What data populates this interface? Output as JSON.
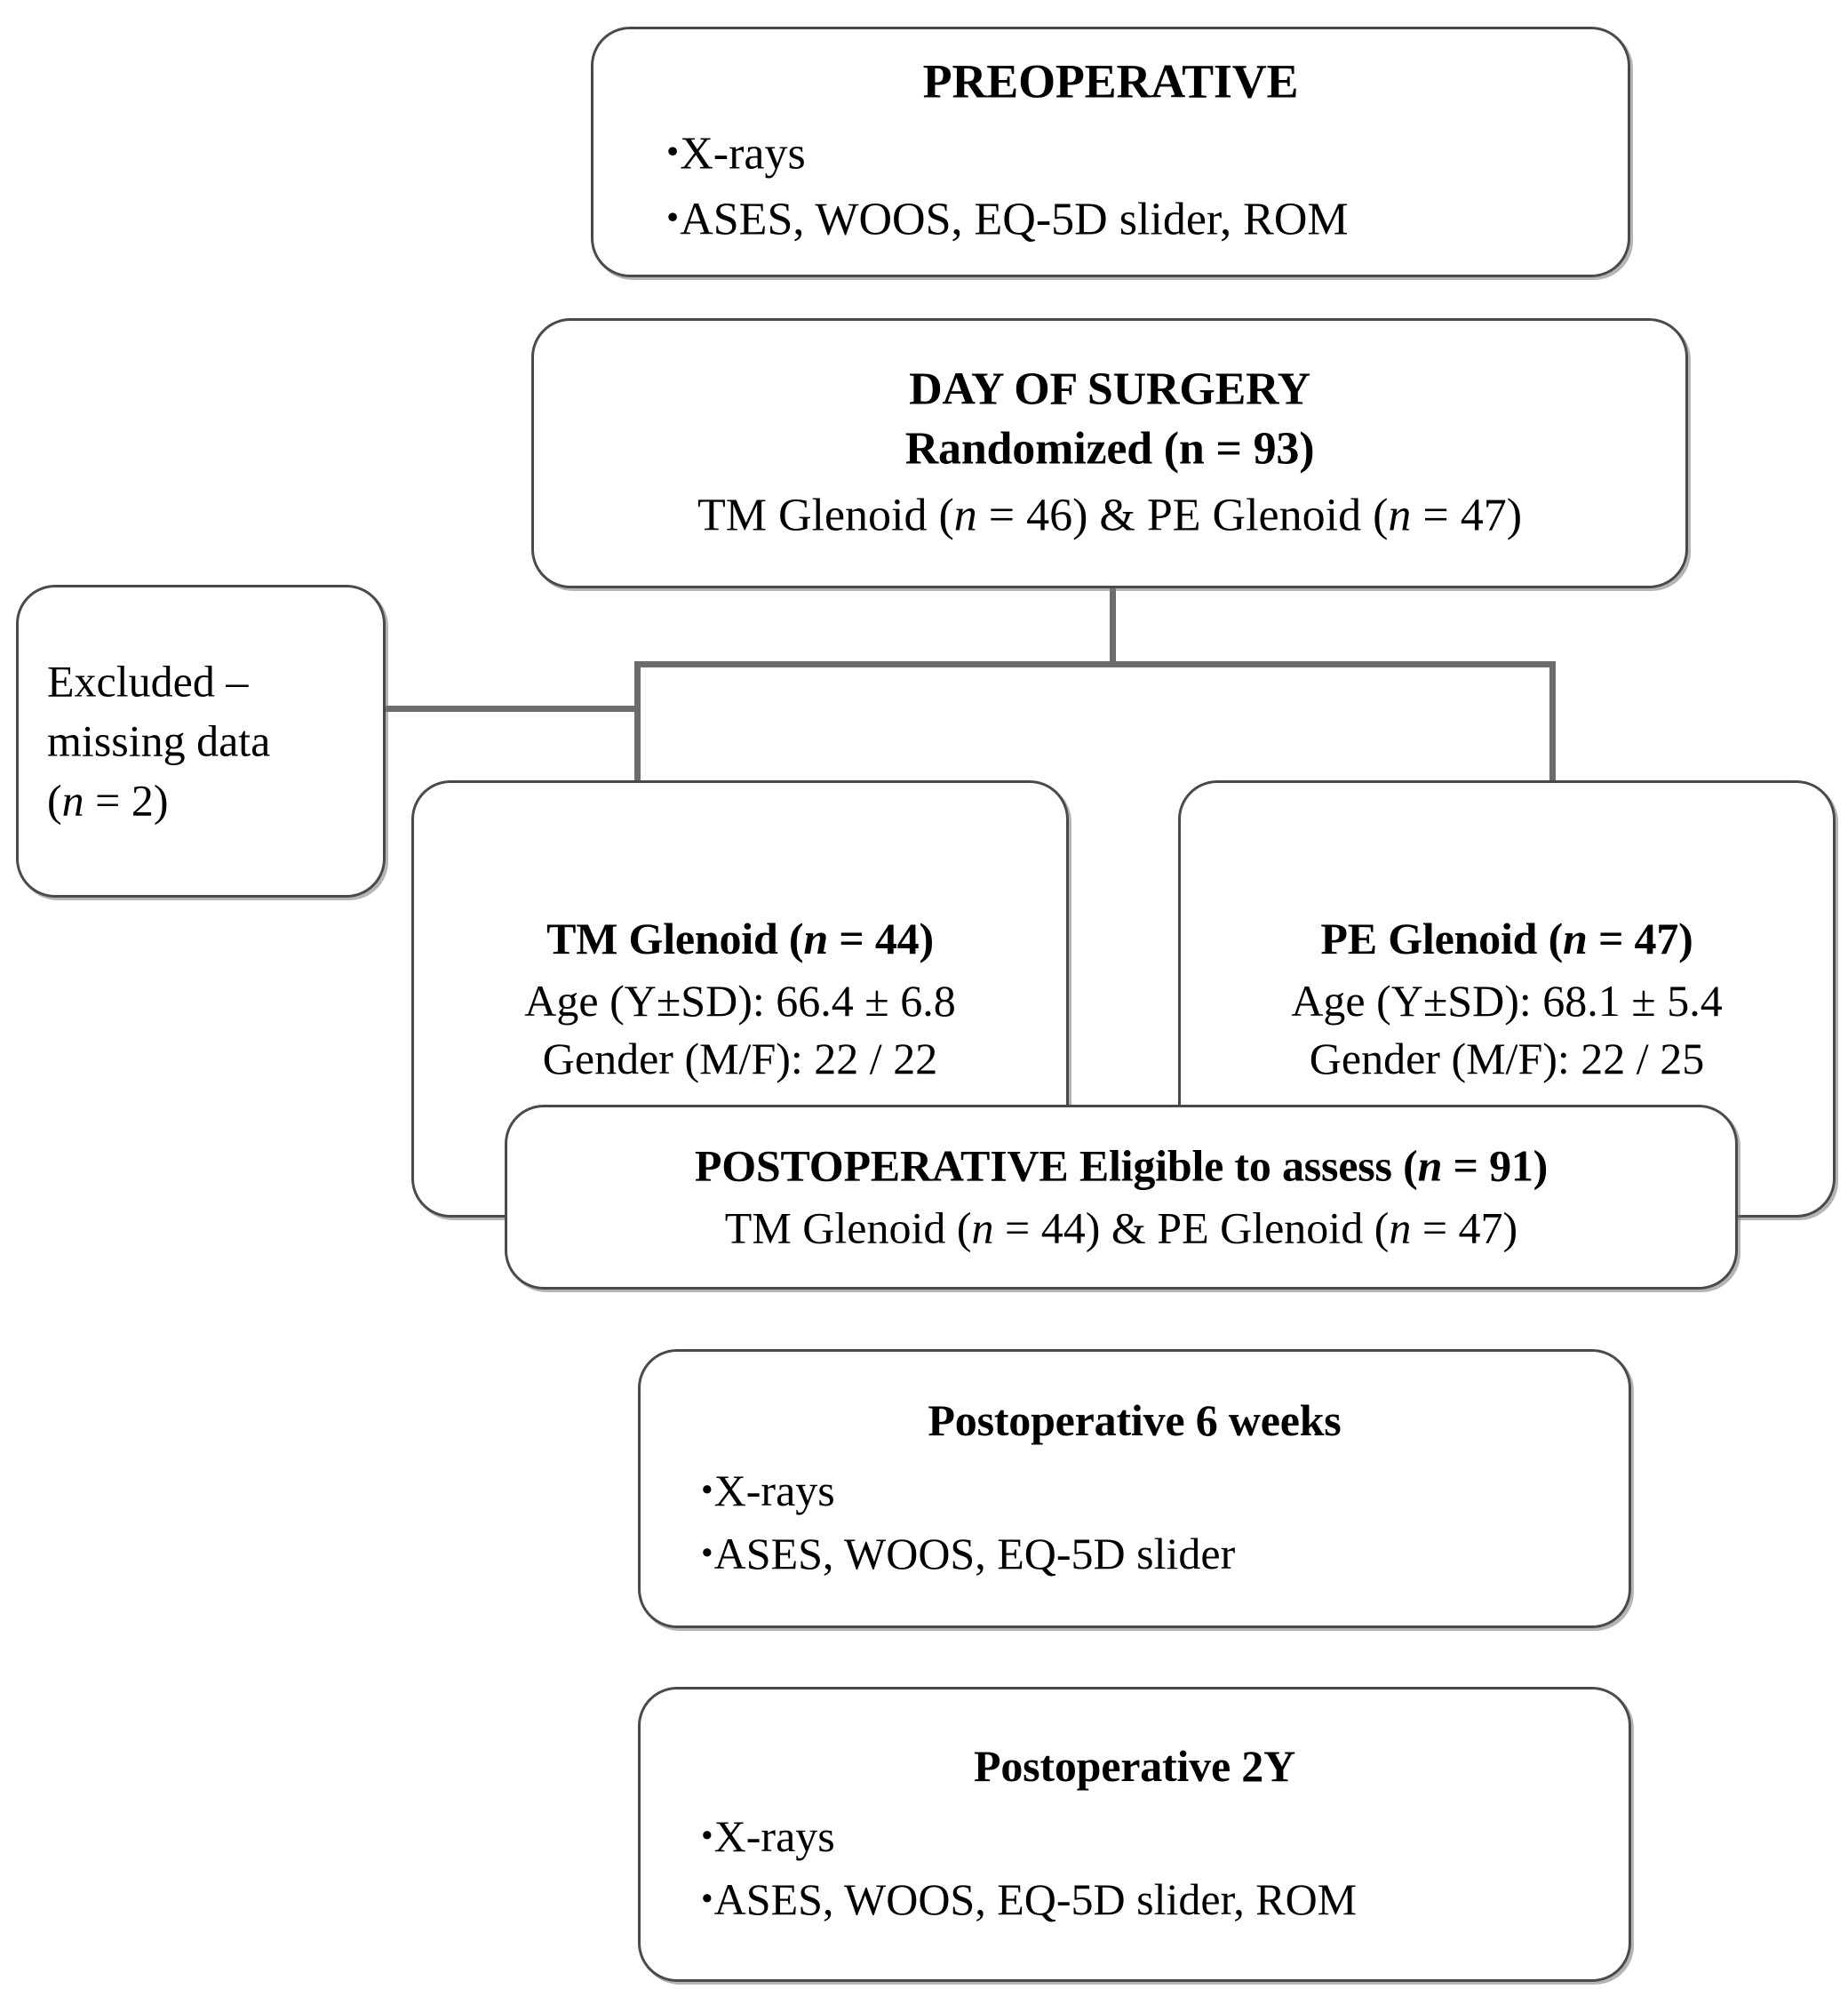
{
  "diagram": {
    "title": "CONSORT-style patient flow diagram",
    "border_color": "#4a4a4a",
    "connector_color": "#6c6c6c",
    "background_color": "#ffffff"
  },
  "nodes": {
    "preoperative": {
      "title": "PREOPERATIVE",
      "bullet_marker": "•",
      "bullets": [
        "X-rays",
        "ASES, WOOS, EQ-5D slider, ROM"
      ]
    },
    "day_of_surgery": {
      "title_line1": "DAY OF SURGERY",
      "title_line2_prefix": "Randomized (n = ",
      "title_line2": "Randomized (n = 93)",
      "detail_pre": "TM Glenoid (",
      "detail_n1": "n",
      "detail_mid": " = 46) & PE Glenoid (",
      "detail_n2": "n",
      "detail_post": " = 47)"
    },
    "excluded": {
      "line1": "Excluded –",
      "line2": "missing data",
      "line3_pre": "(",
      "line3_n": "n",
      "line3_post": " = 2)"
    },
    "tm_glenoid": {
      "title_pre": "TM Glenoid (",
      "title_n": "n",
      "title_post": " = 44)",
      "age_label": "Age (Y±SD): ",
      "age_value": "66.4 ± 6.8",
      "gender_label": "Gender (M/F): ",
      "gender_value": "22 / 22"
    },
    "pe_glenoid": {
      "title_pre": "PE Glenoid (",
      "title_n": "n",
      "title_post": " = 47)",
      "age_label": "Age (Y±SD): ",
      "age_value": "68.1 ± 5.4",
      "gender_label": "Gender (M/F): ",
      "gender_value": "22 / 25"
    },
    "postoperative_eligible": {
      "title_pre": "POSTOPERATIVE Eligible to assess (",
      "title_n": "n",
      "title_post": " = 91)",
      "detail_pre": "TM Glenoid (",
      "detail_n1": "n",
      "detail_mid": " = 44) & PE Glenoid (",
      "detail_n2": "n",
      "detail_post": " = 47)"
    },
    "postoperative_6_weeks": {
      "title": "Postoperative 6 weeks",
      "bullet_marker": "•",
      "bullets": [
        "X-rays",
        "ASES, WOOS, EQ-5D slider"
      ]
    },
    "postoperative_2y": {
      "title": "Postoperative 2Y",
      "bullet_marker": "•",
      "bullets": [
        "X-rays",
        "ASES, WOOS, EQ-5D slider, ROM"
      ]
    }
  },
  "counts": {
    "randomized_total": 93,
    "randomized_tm": 46,
    "randomized_pe": 47,
    "excluded_missing_data": 2,
    "allocated_tm": 44,
    "allocated_pe": 47,
    "eligible_to_assess_total": 91,
    "eligible_tm": 44,
    "eligible_pe": 47
  }
}
